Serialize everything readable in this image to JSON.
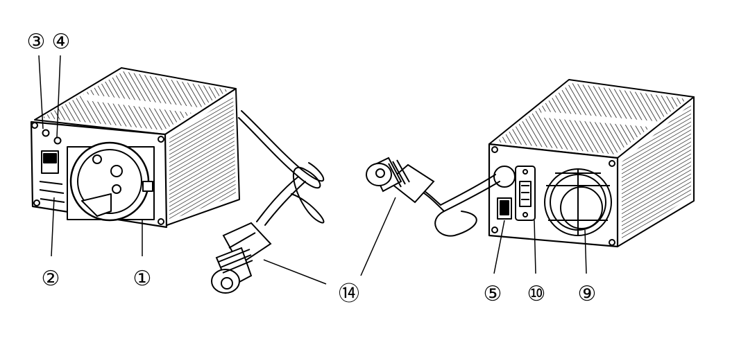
{
  "callouts": {
    "c1": "①",
    "c2": "②",
    "c3": "③",
    "c4": "④",
    "c5": "⑤",
    "c9": "⑨",
    "c10": "⑩",
    "c14": "⑭"
  },
  "colors": {
    "line": "#000000",
    "background": "#ffffff"
  }
}
